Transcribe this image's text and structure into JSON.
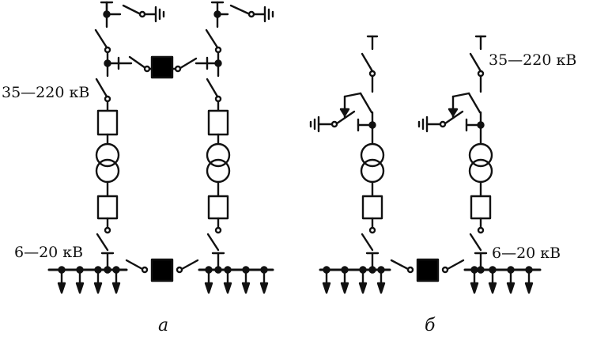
{
  "diagram": {
    "label_hv_a": "35—220 кВ",
    "label_lv_a": "6—20 кВ",
    "label_hv_b": "35—220 кВ",
    "label_lv_b": "6—20 кВ",
    "caption_a": "а",
    "caption_b": "б"
  },
  "colors": {
    "line": "#111111",
    "fill_dark": "#000000",
    "background": "#ffffff"
  }
}
